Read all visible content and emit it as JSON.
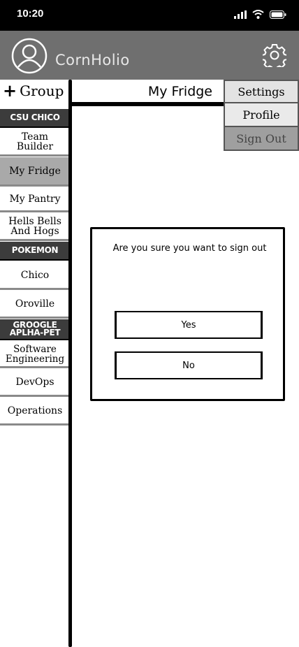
{
  "status_bar": {
    "time": "10:20"
  },
  "header": {
    "app_name": "CornHolio"
  },
  "sidebar": {
    "add_group_label": "Group",
    "sections": [
      {
        "title": "CSU CHICO",
        "items": [
          "Team Builder",
          "My Fridge",
          "My Pantry",
          "Hells Bells And Hogs"
        ]
      },
      {
        "title": "POKEMON",
        "items": [
          "Chico",
          "Oroville"
        ]
      },
      {
        "title": "GROOGLE APLHA-PET",
        "items": [
          "Software Engineering",
          "DevOps",
          "Operations"
        ]
      }
    ],
    "active_item": "My Fridge"
  },
  "main": {
    "title": "My Fridge"
  },
  "menu": {
    "items": [
      "Settings",
      "Profile",
      "Sign Out"
    ]
  },
  "dialog": {
    "message": "Are you sure you want to sign out",
    "yes_label": "Yes",
    "no_label": "No"
  }
}
